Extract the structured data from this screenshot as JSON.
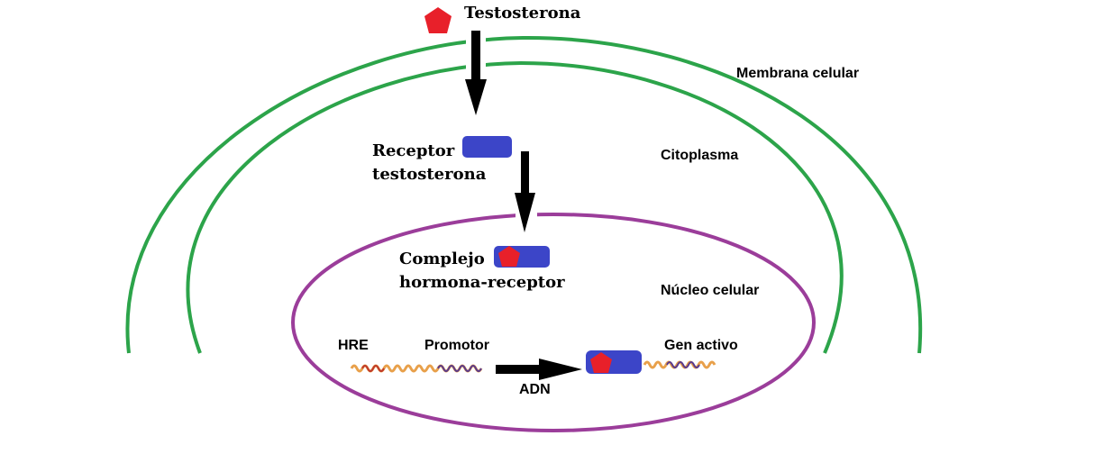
{
  "diagram": {
    "hormone_label": "Testosterona",
    "membrane_label": "Membrana celular",
    "cytoplasm_label": "Citoplasma",
    "receptor_label_line1": "Receptor",
    "receptor_label_line2": "testosterona",
    "complex_label_line1": "Complejo",
    "complex_label_line2": "hormona-receptor",
    "nucleus_label": "Núcleo celular",
    "hre_label": "HRE",
    "promoter_label": "Promotor",
    "dna_label": "ADN",
    "active_gene_label": "Gen activo"
  },
  "colors": {
    "membrane": "#2ca44a",
    "nucleus": "#9b3d9a",
    "receptor": "#3c45c8",
    "hormone": "#e8202a",
    "arrow": "#000000",
    "dna_orange": "#e8a04a",
    "dna_purple": "#5a3a8c",
    "dna_red": "#c0392b"
  },
  "icons": {
    "hormone": "red-pentagon",
    "receptor": "blue-rounded-rectangle"
  }
}
